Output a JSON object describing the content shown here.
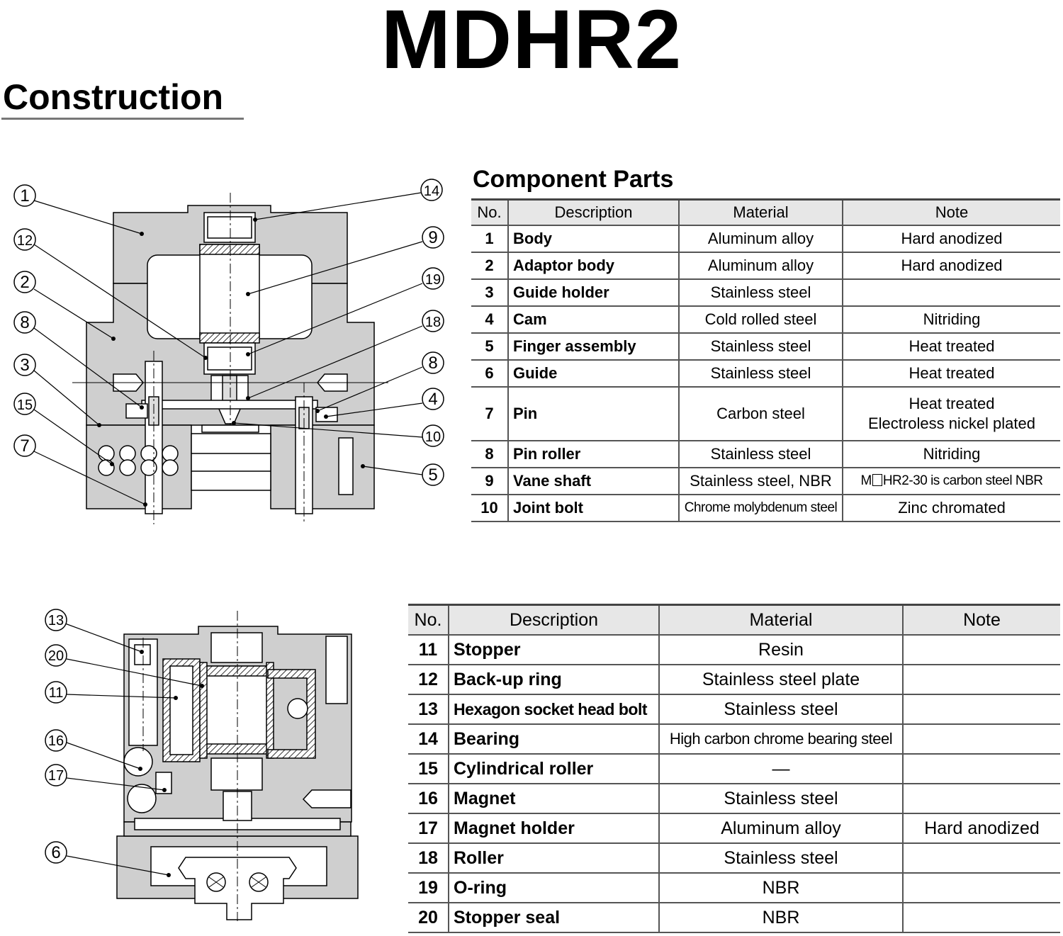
{
  "title": "MDHR2",
  "section": "Construction",
  "component_heading": "Component Parts",
  "headers": {
    "no": "No.",
    "description": "Description",
    "material": "Material",
    "note": "Note"
  },
  "parts_top": [
    {
      "no": "1",
      "description": "Body",
      "material": "Aluminum alloy",
      "note": "Hard anodized"
    },
    {
      "no": "2",
      "description": "Adaptor body",
      "material": "Aluminum alloy",
      "note": "Hard anodized"
    },
    {
      "no": "3",
      "description": "Guide holder",
      "material": "Stainless steel",
      "note": ""
    },
    {
      "no": "4",
      "description": "Cam",
      "material": "Cold rolled steel",
      "note": "Nitriding"
    },
    {
      "no": "5",
      "description": "Finger assembly",
      "material": "Stainless steel",
      "note": "Heat treated"
    },
    {
      "no": "6",
      "description": "Guide",
      "material": "Stainless steel",
      "note": "Heat treated"
    },
    {
      "no": "7",
      "description": "Pin",
      "material": "Carbon steel",
      "note": "Heat treated",
      "note2": "Electroless nickel plated"
    },
    {
      "no": "8",
      "description": "Pin roller",
      "material": "Stainless steel",
      "note": "Nitriding"
    },
    {
      "no": "9",
      "description": "Vane shaft",
      "material": "Stainless steel, NBR",
      "note_prefix": "M",
      "note_suffix": "HR2-30 is carbon steel NBR"
    },
    {
      "no": "10",
      "description": "Joint bolt",
      "material": "Chrome molybdenum steel",
      "note": "Zinc chromated"
    }
  ],
  "parts_bottom": [
    {
      "no": "11",
      "description": "Stopper",
      "material": "Resin",
      "note": ""
    },
    {
      "no": "12",
      "description": "Back-up ring",
      "material": "Stainless steel plate",
      "note": ""
    },
    {
      "no": "13",
      "description": "Hexagon socket head bolt",
      "material": "Stainless steel",
      "note": ""
    },
    {
      "no": "14",
      "description": "Bearing",
      "material": "High carbon chrome bearing steel",
      "note": ""
    },
    {
      "no": "15",
      "description": "Cylindrical roller",
      "material": "—",
      "note": ""
    },
    {
      "no": "16",
      "description": "Magnet",
      "material": "Stainless steel",
      "note": ""
    },
    {
      "no": "17",
      "description": "Magnet holder",
      "material": "Aluminum alloy",
      "note": "Hard anodized"
    },
    {
      "no": "18",
      "description": "Roller",
      "material": "Stainless steel",
      "note": ""
    },
    {
      "no": "19",
      "description": "O-ring",
      "material": "NBR",
      "note": ""
    },
    {
      "no": "20",
      "description": "Stopper seal",
      "material": "NBR",
      "note": ""
    }
  ],
  "callouts_top": [
    "1",
    "12",
    "2",
    "8",
    "3",
    "15",
    "7",
    "14",
    "9",
    "19",
    "18",
    "8",
    "4",
    "10",
    "5"
  ],
  "callouts_bottom": [
    "13",
    "20",
    "11",
    "16",
    "17",
    "6"
  ]
}
